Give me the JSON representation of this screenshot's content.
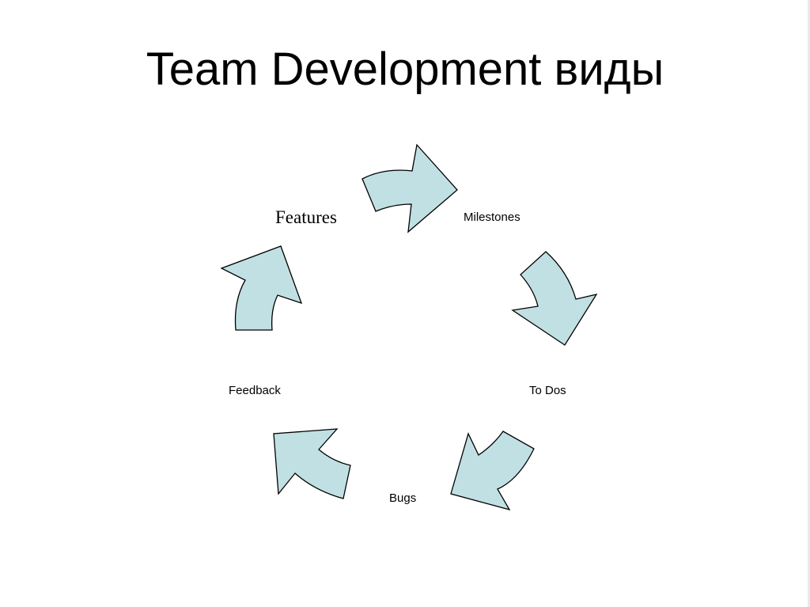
{
  "slide": {
    "title": "Team Development виды",
    "arrow_fill": "#c1e0e3",
    "arrow_stroke": "#000000"
  },
  "cycle": {
    "steps": [
      {
        "id": "features",
        "label": "Features"
      },
      {
        "id": "milestones",
        "label": "Milestones"
      },
      {
        "id": "todos",
        "label": "To Dos"
      },
      {
        "id": "bugs",
        "label": "Bugs"
      },
      {
        "id": "feedback",
        "label": "Feedback"
      }
    ]
  }
}
